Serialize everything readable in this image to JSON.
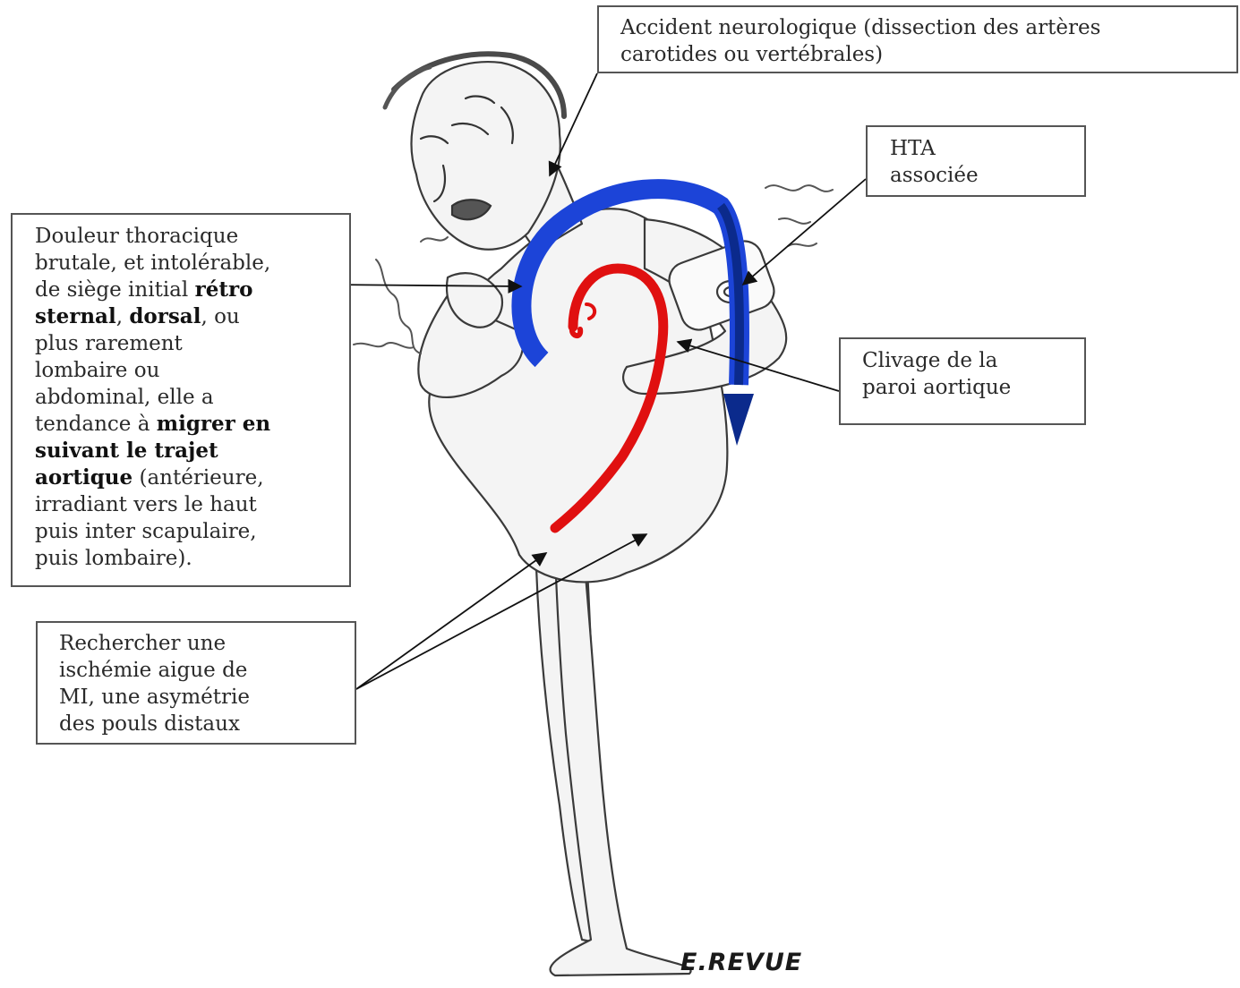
{
  "callouts": {
    "neuro": [
      "Accident neurologique (dissection des artères",
      "carotides ou vertébrales)"
    ],
    "hta": [
      "HTA",
      "associée"
    ],
    "douleur": {
      "line1": "Douleur thoracique",
      "line2": "brutale, et intolérable,",
      "line3_a": "de siège initial ",
      "line3_b": "rétro",
      "line4_a": "sternal",
      "line4_b": ", ",
      "line4_c": "dorsal",
      "line4_d": ", ou",
      "line5": "plus rarement",
      "line6": "lombaire ou",
      "line7": "abdominal, elle a",
      "line8_a": "tendance à ",
      "line8_b": "migrer en",
      "line9": "suivant le trajet",
      "line10_a": "aortique",
      "line10_b": " (antérieure,",
      "line11": "irradiant vers le haut",
      "line12": "puis inter scapulaire,",
      "line13": "puis lombaire)."
    },
    "clivage": [
      "Clivage de la",
      "paroi aortique"
    ],
    "ischemie": [
      "Rechercher une",
      "ischémie aigue de",
      "MI, une asymétrie",
      "des pouls distaux"
    ]
  },
  "signature": "E.REVUE",
  "colors": {
    "arrow_blue": "#1c44d8",
    "arrow_dark_blue": "#0b2a8c",
    "aorta_red": "#e01010",
    "ink": "#2a2a2a",
    "box_border": "#555555"
  }
}
